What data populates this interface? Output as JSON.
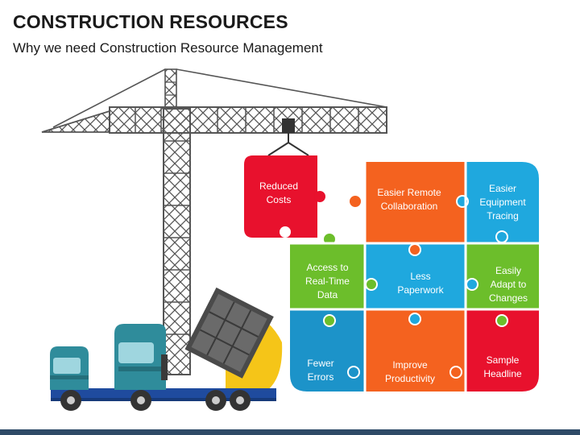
{
  "header": {
    "title": "CONSTRUCTION RESOURCES",
    "subtitle": "Why we need Construction Resource Management"
  },
  "colors": {
    "red": "#E8112D",
    "orange": "#F4621F",
    "blue": "#1FA8DE",
    "green": "#6CBE2B",
    "teal": "#1C93C9",
    "crane": "#555555",
    "bottom_bar": "#2E4A67"
  },
  "puzzle": {
    "pieces": [
      {
        "id": "reduced-costs",
        "label": "Reduced\nCosts",
        "color": "red"
      },
      {
        "id": "easier-remote-collaboration",
        "label": "Easier Remote\nCollaboration",
        "color": "orange"
      },
      {
        "id": "easier-equipment-tracing",
        "label": "Easier\nEquipment\nTracing",
        "color": "blue"
      },
      {
        "id": "access-to-real-time-data",
        "label": "Access to\nReal-Time\nData",
        "color": "green"
      },
      {
        "id": "less-paperwork",
        "label": "Less\nPaperwork",
        "color": "blue"
      },
      {
        "id": "easily-adapt-to-changes",
        "label": "Easily\nAdapt to\nChanges",
        "color": "green"
      },
      {
        "id": "fewer-errors",
        "label": "Fewer\nErrors",
        "color": "teal"
      },
      {
        "id": "improve-productivity",
        "label": "Improve\nProductivity",
        "color": "orange"
      },
      {
        "id": "sample-headline",
        "label": "Sample\nHeadline",
        "color": "red"
      }
    ]
  },
  "illustration": {
    "crane": "tower-crane-icon",
    "truck": "dump-truck-icon"
  }
}
